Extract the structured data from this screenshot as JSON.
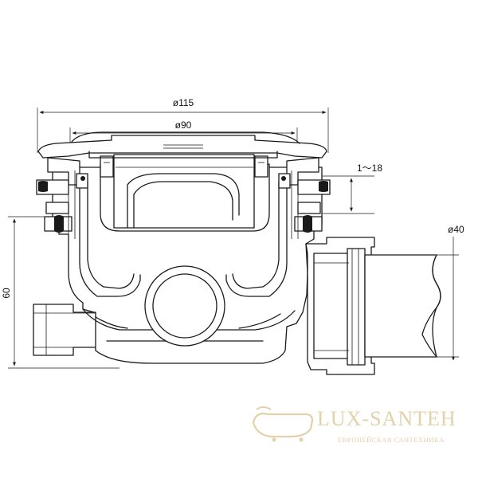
{
  "dimensions": {
    "outer_diameter": "ø115",
    "inner_diameter": "ø90",
    "height_adjust": "1～18",
    "outlet_diameter": "ø40",
    "height": "60"
  },
  "watermark": {
    "brand": "LUX-SANTEH",
    "tagline": "ЕВРОПЕЙСКАЯ САНТЕХНИКА"
  }
}
